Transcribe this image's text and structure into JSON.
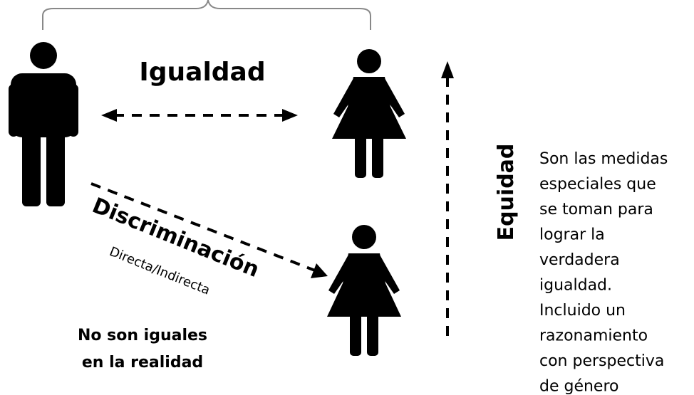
{
  "labels": {
    "equality": "Igualdad",
    "discrimination": "Discriminación",
    "discrimination_sub": "Directa/Indirecta",
    "not_equal_line1": "No son iguales",
    "not_equal_line2": "en la realidad",
    "equity": "Equidad"
  },
  "description": {
    "lines": [
      "Son las medidas",
      "especiales que",
      "se toman para",
      "lograr la",
      "verdadera",
      "igualdad.",
      "Incluido un",
      "razonamiento",
      "con perspectiva",
      "de género"
    ]
  },
  "figures": {
    "man": "man-icon",
    "woman_top": "woman-icon",
    "woman_bottom": "woman-icon"
  }
}
